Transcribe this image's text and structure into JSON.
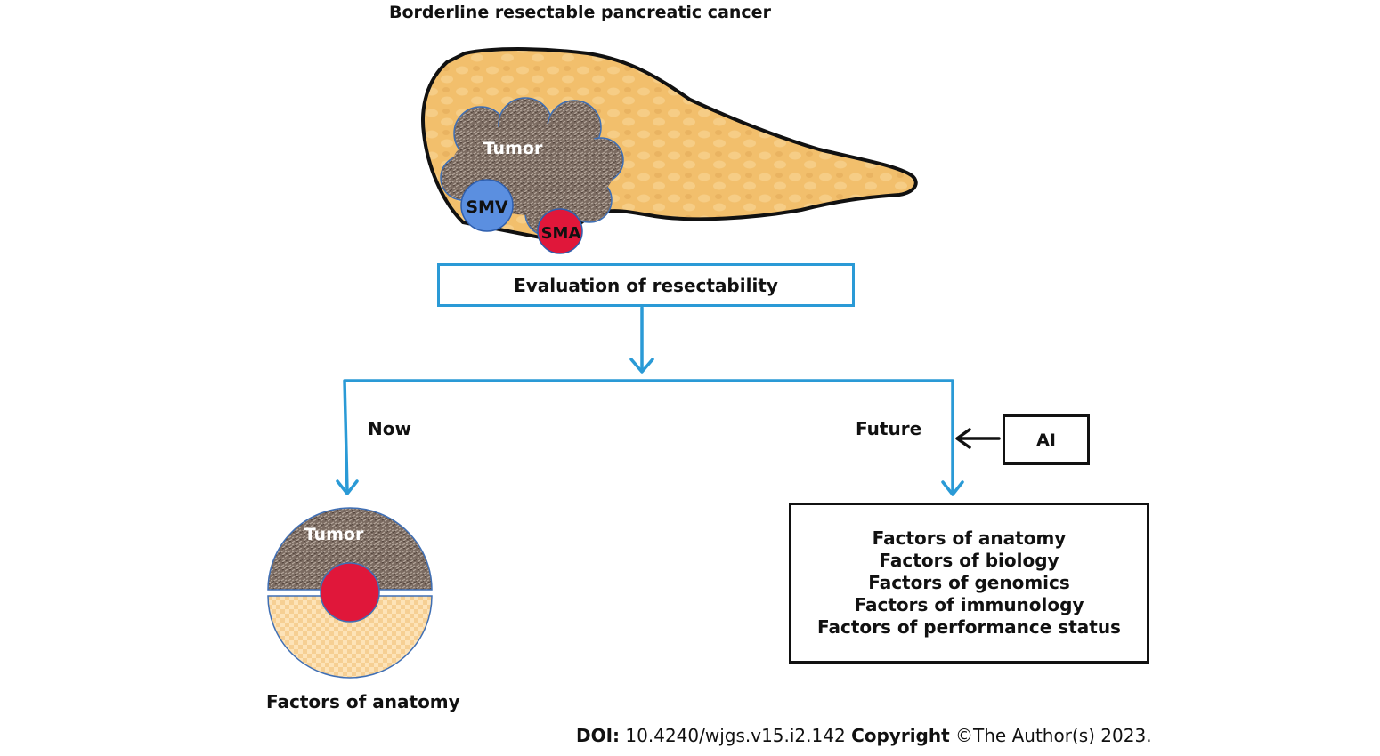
{
  "title": "Borderline resectable pancreatic cancer",
  "organ": {
    "tumor_label": "Tumor",
    "smv_label": "SMV",
    "sma_label": "SMA"
  },
  "evaluation_label": "Evaluation of resectability",
  "branches": {
    "now_label": "Now",
    "future_label": "Future"
  },
  "ai_label": "AI",
  "future_factors": [
    "Factors of anatomy",
    "Factors of biology",
    "Factors of genomics",
    "Factors of immunology",
    "Factors of performance status"
  ],
  "now_circle": {
    "tumor_label": "Tumor",
    "caption": "Factors of anatomy"
  },
  "footer": {
    "doi_label": "DOI:",
    "doi_value": "10.4240/wjgs.v15.i2.142",
    "copyright_label": "Copyright",
    "copyright_value": "©The Author(s) 2023."
  },
  "colors": {
    "flow_blue": "#2a9ad6",
    "smv_blue": "#5b8fe0",
    "sma_red": "#e0173a",
    "pancreas": "#f2bf6c",
    "tumor": "#7a6a5f"
  }
}
